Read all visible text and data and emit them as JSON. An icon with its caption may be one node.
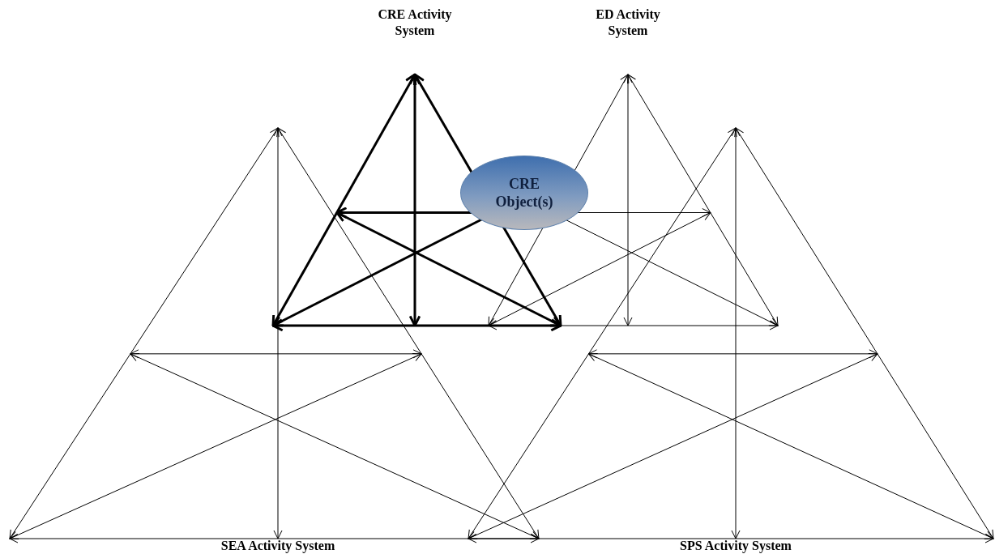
{
  "diagram": {
    "nodes": [
      {
        "text": [
          "CRE Object(s)"
        ]
      }
    ],
    "labels": [
      "CRE Activity System",
      "ED Activity System",
      "SEA Activity System",
      "SPS Activity System"
    ]
  }
}
